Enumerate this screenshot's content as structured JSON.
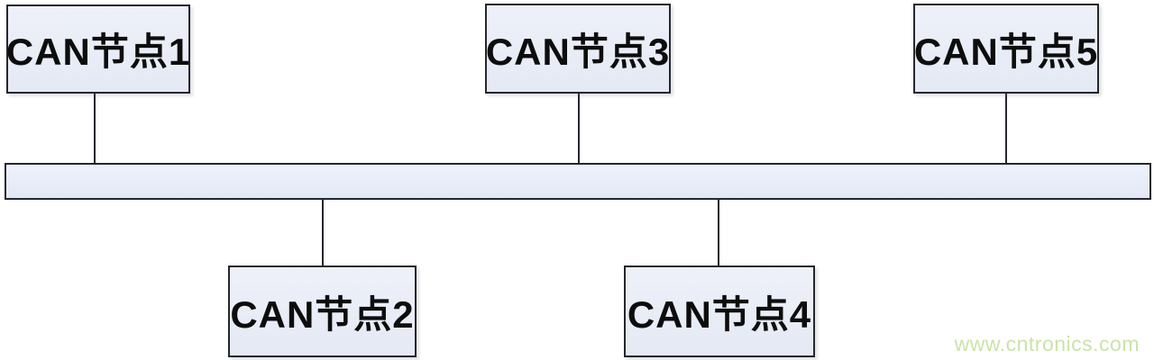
{
  "diagram": {
    "type": "bus-topology",
    "nodes": [
      {
        "label": "CAN节点1",
        "row": "top"
      },
      {
        "label": "CAN节点2",
        "row": "bottom"
      },
      {
        "label": "CAN节点3",
        "row": "top"
      },
      {
        "label": "CAN节点4",
        "row": "bottom"
      },
      {
        "label": "CAN节点5",
        "row": "top"
      }
    ],
    "colors": {
      "node_fill": "#e8ecf6",
      "node_border": "#26262e",
      "bus_fill": "#e8eef9",
      "connector": "#26262e",
      "background": "#ffffff"
    }
  },
  "watermark": {
    "text": "www.cntronics.com",
    "color": "#cbe3a9"
  }
}
